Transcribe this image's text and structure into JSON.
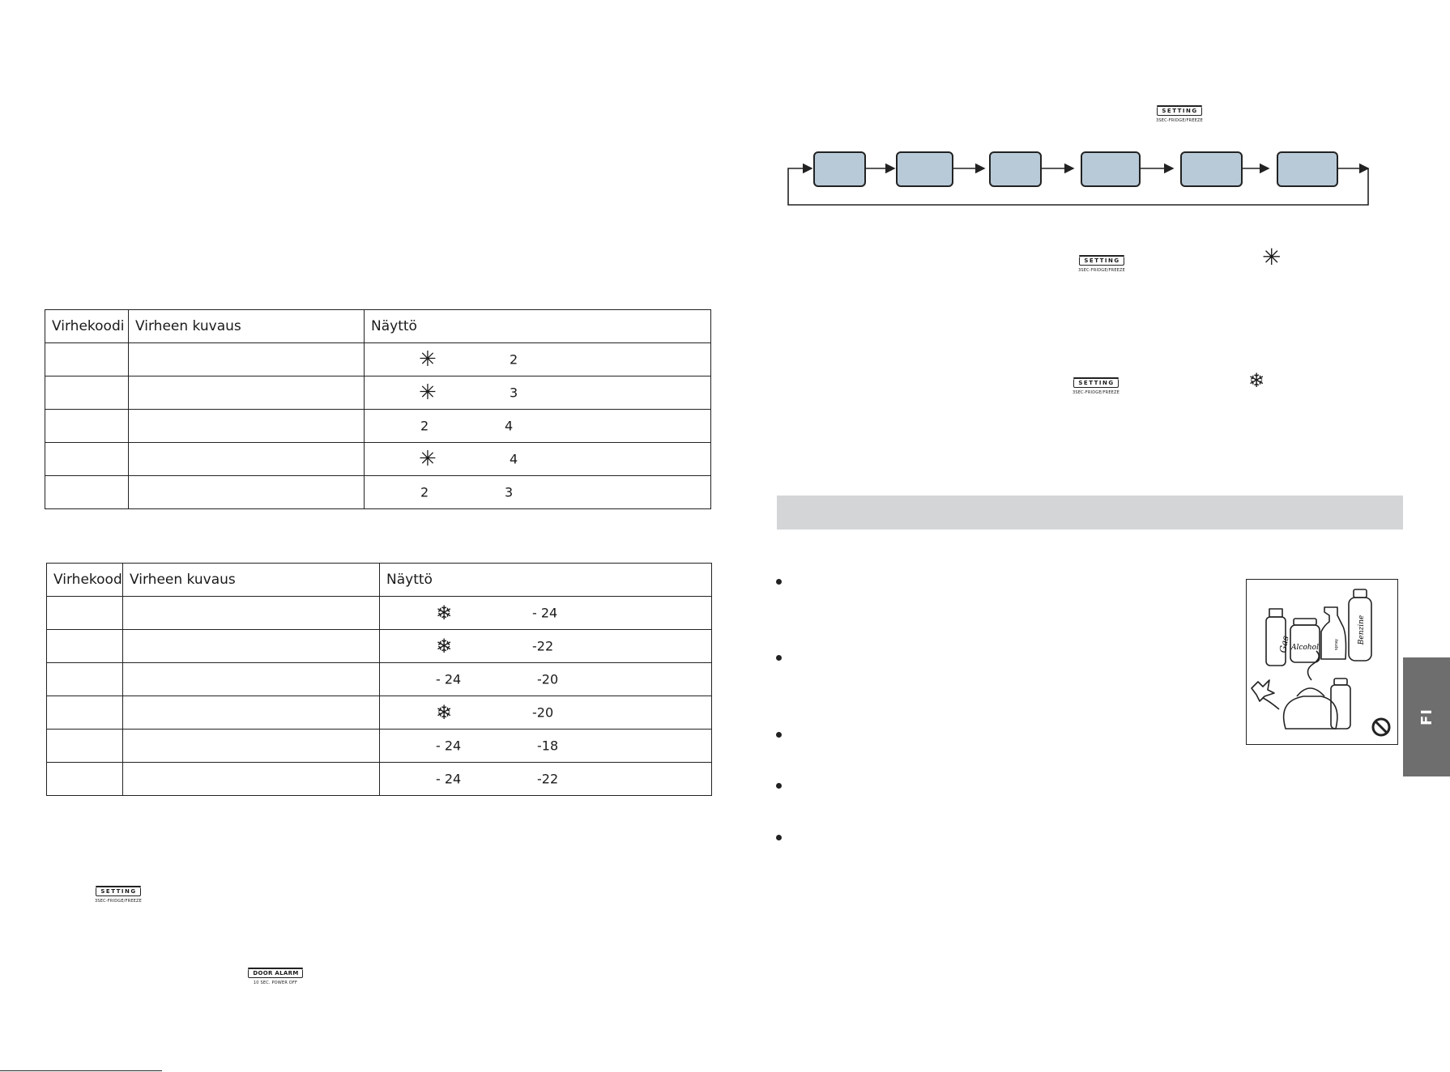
{
  "table1": {
    "headers": [
      "Virhekoodi",
      "Virheen kuvaus",
      "Näyttö"
    ],
    "rows": [
      {
        "icon": "fridge-asterisk-icon",
        "a": "",
        "b": "2"
      },
      {
        "icon": "fridge-asterisk-icon",
        "a": "",
        "b": "3"
      },
      {
        "icon": "",
        "a": "2",
        "b": "4"
      },
      {
        "icon": "fridge-asterisk-icon",
        "a": "",
        "b": "4"
      },
      {
        "icon": "",
        "a": "2",
        "b": "3"
      }
    ]
  },
  "table2": {
    "headers": [
      "Virhekoodi",
      "Virheen kuvaus",
      "Näyttö"
    ],
    "rows": [
      {
        "icon": "freezer-snowflake-icon",
        "a": "",
        "b": "- 24"
      },
      {
        "icon": "freezer-snowflake-icon",
        "a": "",
        "b": "-22"
      },
      {
        "icon": "",
        "a": "- 24",
        "b": "-20"
      },
      {
        "icon": "freezer-snowflake-icon",
        "a": "",
        "b": "-20"
      },
      {
        "icon": "",
        "a": "- 24",
        "b": "-18"
      },
      {
        "icon": "",
        "a": "- 24",
        "b": "-22"
      }
    ]
  },
  "setting_button": {
    "label": "SETTING",
    "sub": "3SEC-FRIDGE/FREEZE"
  },
  "door_alarm_button": {
    "label": "DOOR ALARM",
    "sub": "10 SEC. POWER OFF"
  },
  "side_tab": {
    "label": "FI"
  },
  "symbols": {
    "asterisk": "✳",
    "snowflake": "❄"
  },
  "illustration": {
    "label_gas": "Gas",
    "label_alcohol": "Alcohol",
    "label_benzine": "Benzine",
    "label_spray": "spray"
  },
  "colors": {
    "flow_box": "#b8cad8",
    "band": "#d4d5d7",
    "tab": "#6e6e6e"
  }
}
